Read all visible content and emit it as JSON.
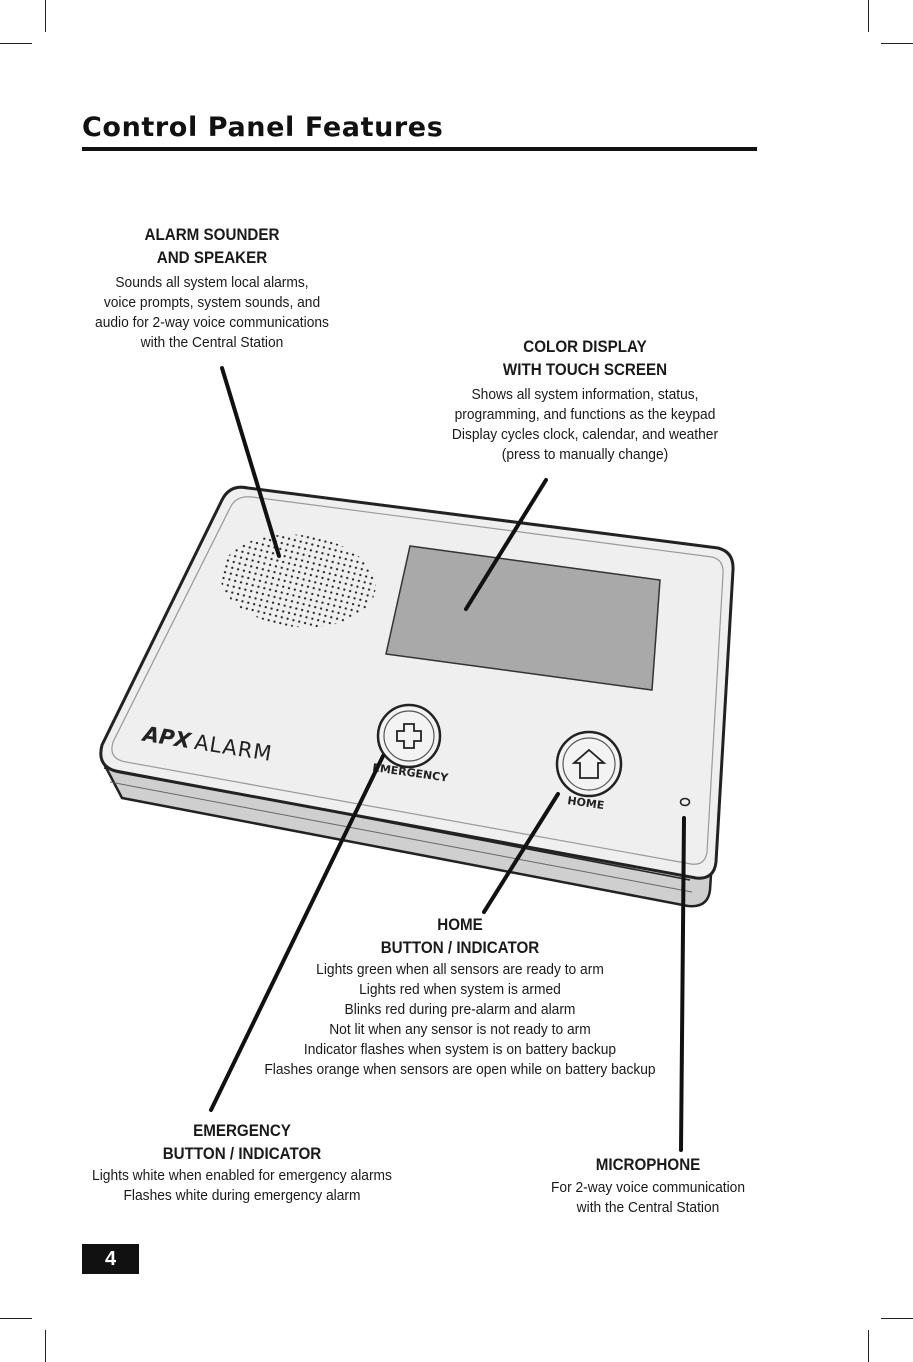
{
  "title": "Control Panel Features",
  "page_number": "4",
  "device": {
    "brand_bold": "APX",
    "brand_light": "ALARM",
    "emergency_label": "EMERGENCY",
    "home_label": "HOME"
  },
  "callouts": {
    "alarm_sounder": {
      "heading": [
        "ALARM SOUNDER",
        "AND SPEAKER"
      ],
      "lines": [
        "Sounds all system local alarms,",
        "voice prompts, system sounds, and",
        "audio for 2-way voice communications",
        "with the Central Station"
      ]
    },
    "color_display": {
      "heading": [
        "COLOR DISPLAY",
        "WITH TOUCH SCREEN"
      ],
      "lines": [
        "Shows all system information, status,",
        "programming, and functions as the keypad",
        "Display cycles clock, calendar, and weather",
        "(press to manually change)"
      ]
    },
    "home_button": {
      "heading": [
        "HOME",
        "BUTTON / INDICATOR"
      ],
      "lines": [
        "Lights green when all sensors are ready to arm",
        "Lights red when system is armed",
        "Blinks red during pre-alarm and alarm",
        "Not lit when any sensor is not ready to arm",
        "Indicator flashes when system is on battery backup",
        "Flashes orange when sensors are open while on battery backup"
      ]
    },
    "emergency_button": {
      "heading": [
        "EMERGENCY",
        "BUTTON / INDICATOR"
      ],
      "lines": [
        "Lights white when enabled for emergency alarms",
        "Flashes white during emergency alarm"
      ]
    },
    "microphone": {
      "heading": [
        "MICROPHONE"
      ],
      "lines": [
        "For 2-way voice communication",
        "with the Central Station"
      ]
    }
  },
  "colors": {
    "ink": "#111111",
    "panel_body": "#ececec",
    "panel_edge": "#d2d2d2",
    "screen": "#a9a9a9"
  }
}
